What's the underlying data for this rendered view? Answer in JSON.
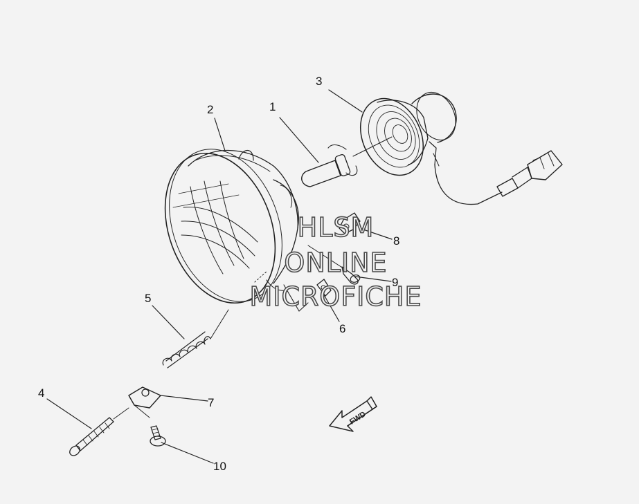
{
  "diagram": {
    "callouts": {
      "c1": "1",
      "c2": "2",
      "c3": "3",
      "c4": "4",
      "c5": "5",
      "c6": "6",
      "c7": "7",
      "c8": "8",
      "c9": "9",
      "c10": "10"
    },
    "fwd_label": "FWD"
  },
  "watermark": {
    "line1": "HLSM",
    "line2": "ONLINE",
    "line3": "MICROFICHE"
  },
  "colors": {
    "background": "#f3f3f3",
    "line": "#222222"
  }
}
